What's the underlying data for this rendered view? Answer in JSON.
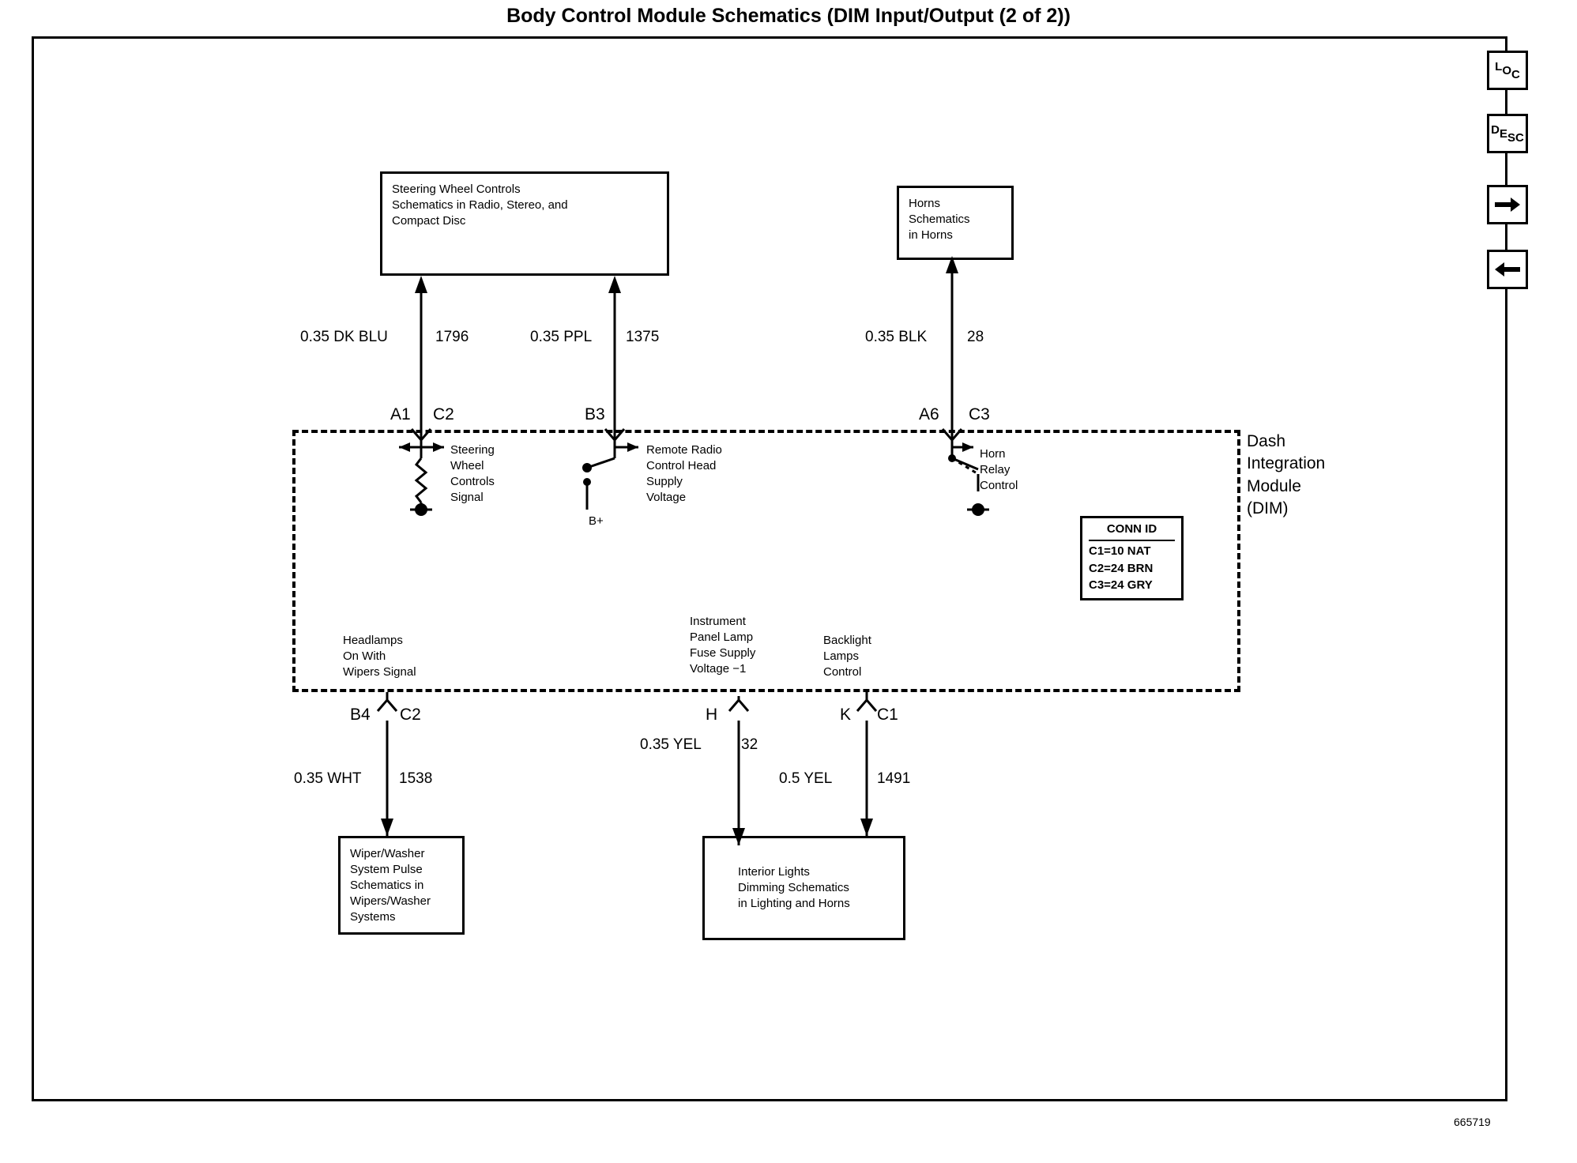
{
  "title": "Body Control Module Schematics (DIM Input/Output (2 of 2))",
  "doc_number": "665719",
  "nav": {
    "loc": {
      "c1": "L",
      "c2": "O",
      "c3": "C"
    },
    "desc": {
      "c1": "D",
      "c2": "E",
      "c3": "S",
      "c4": "C"
    },
    "next_icon": "right-arrow-icon",
    "prev_icon": "left-arrow-icon"
  },
  "boxes": {
    "steering_wheel_controls": "Steering Wheel Controls\nSchematics in  Radio, Stereo, and\nCompact Disc",
    "horns": "Horns\nSchematics\nin Horns",
    "wiper_washer": "Wiper/Washer\nSystem Pulse\nSchematics in\nWipers/Washer\nSystems",
    "interior_lights": "Interior Lights\nDimming Schematics\nin Lighting  and Horns"
  },
  "wires": {
    "dk_blu": {
      "spec": "0.35 DK BLU",
      "number": "1796"
    },
    "ppl": {
      "spec": "0.35 PPL",
      "number": "1375"
    },
    "blk": {
      "spec": "0.35 BLK",
      "number": "28"
    },
    "wht": {
      "spec": "0.35 WHT",
      "number": "1538"
    },
    "yel_32": {
      "spec": "0.35 YEL",
      "number": "32"
    },
    "yel_1491": {
      "spec": "0.5 YEL",
      "number": "1491"
    }
  },
  "pins": {
    "a1": "A1",
    "c2_top": "C2",
    "b3": "B3",
    "a6": "A6",
    "c3": "C3",
    "b4": "B4",
    "c2_bottom": "C2",
    "h": "H",
    "k": "K",
    "c1": "C1"
  },
  "internal_labels": {
    "steering_signal": "Steering\nWheel\nControls\nSignal",
    "remote_radio": "Remote Radio\nControl Head\nSupply\nVoltage",
    "b_plus": "B+",
    "horn_relay": "Horn\nRelay\nControl",
    "headlamps": "Headlamps\nOn With\nWipers Signal",
    "instrument_panel": "Instrument\nPanel Lamp\nFuse Supply\nVoltage −1",
    "backlight": "Backlight\nLamps\nControl"
  },
  "conn_id": {
    "header": "CONN ID",
    "rows": [
      "C1=10 NAT",
      "C2=24 BRN",
      "C3=24 GRY"
    ]
  },
  "module_name": "Dash\nIntegration\nModule\n(DIM)"
}
